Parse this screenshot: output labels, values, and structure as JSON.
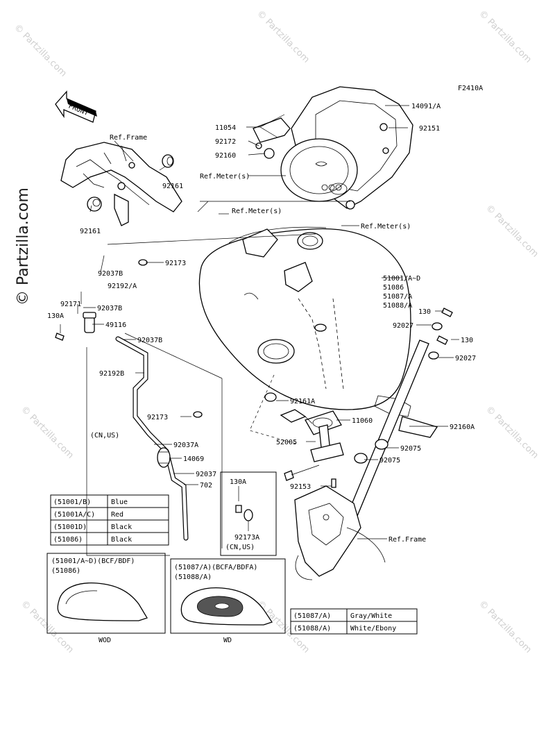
{
  "diagram_code": "F2410A",
  "direction_label": "FRONT",
  "watermark": "© Partzilla.com",
  "callouts": [
    {
      "id": "c-14091",
      "text": "14091/A"
    },
    {
      "id": "c-11054",
      "text": "11054"
    },
    {
      "id": "c-92151",
      "text": "92151"
    },
    {
      "id": "c-92172",
      "text": "92172"
    },
    {
      "id": "c-92160",
      "text": "92160"
    },
    {
      "id": "c-refmeter1",
      "text": "Ref.Meter(s)"
    },
    {
      "id": "c-refframe1",
      "text": "Ref.Frame"
    },
    {
      "id": "c-92161a",
      "text": "92161"
    },
    {
      "id": "c-92161b",
      "text": "92161"
    },
    {
      "id": "c-refmeter2",
      "text": "Ref.Meter(s)"
    },
    {
      "id": "c-refmeter3",
      "text": "Ref.Meter(s)"
    },
    {
      "id": "c-92037b-1",
      "text": "92037B"
    },
    {
      "id": "c-92173-1",
      "text": "92173"
    },
    {
      "id": "c-92192a",
      "text": "92192/A"
    },
    {
      "id": "c-92171",
      "text": "92171"
    },
    {
      "id": "c-92037b-2",
      "text": "92037B"
    },
    {
      "id": "c-130a-1",
      "text": "130A"
    },
    {
      "id": "c-49116",
      "text": "49116"
    },
    {
      "id": "c-51001",
      "text": "51001/A~D"
    },
    {
      "id": "c-51086",
      "text": "51086"
    },
    {
      "id": "c-51087",
      "text": "51087/A"
    },
    {
      "id": "c-51088",
      "text": "51088/A"
    },
    {
      "id": "c-130-1",
      "text": "130"
    },
    {
      "id": "c-92027-1",
      "text": "92027"
    },
    {
      "id": "c-92037b-3",
      "text": "92037B"
    },
    {
      "id": "c-130-2",
      "text": "130"
    },
    {
      "id": "c-92027-2",
      "text": "92027"
    },
    {
      "id": "c-92192b",
      "text": "92192B"
    },
    {
      "id": "c-92161a2",
      "text": "92161A"
    },
    {
      "id": "c-92173-2",
      "text": "92173"
    },
    {
      "id": "c-11060",
      "text": "11060"
    },
    {
      "id": "c-92160a",
      "text": "92160A"
    },
    {
      "id": "c-cnus-1",
      "text": "(CN,US)"
    },
    {
      "id": "c-92037a",
      "text": "92037A"
    },
    {
      "id": "c-52005",
      "text": "52005"
    },
    {
      "id": "c-92075-1",
      "text": "92075"
    },
    {
      "id": "c-14069",
      "text": "14069"
    },
    {
      "id": "c-92075-2",
      "text": "92075"
    },
    {
      "id": "c-92037",
      "text": "92037"
    },
    {
      "id": "c-702",
      "text": "702"
    },
    {
      "id": "c-130a-2",
      "text": "130A"
    },
    {
      "id": "c-92153",
      "text": "92153"
    },
    {
      "id": "c-92173a",
      "text": "92173A"
    },
    {
      "id": "c-cnus-2",
      "text": "(CN,US)"
    },
    {
      "id": "c-refframe2",
      "text": "Ref.Frame"
    }
  ],
  "color_table_1": [
    {
      "code": "(51001/B)",
      "color": "Blue"
    },
    {
      "code": "(51001A/C)",
      "color": "Red"
    },
    {
      "code": "(51001D)",
      "color": "Black"
    },
    {
      "code": "(51086)",
      "color": "Black"
    }
  ],
  "color_table_2": [
    {
      "code": "(51087/A)",
      "color": "Gray/White"
    },
    {
      "code": "(51088/A)",
      "color": "White/Ebony"
    }
  ],
  "variant_wod": {
    "line1": "(51001/A~D)(BCF/BDF)",
    "line2": "(51086)",
    "caption": "WOD"
  },
  "variant_wd": {
    "line1": "(51087/A)(BCFA/BDFA)",
    "line2": "(51088/A)",
    "caption": "WD"
  }
}
